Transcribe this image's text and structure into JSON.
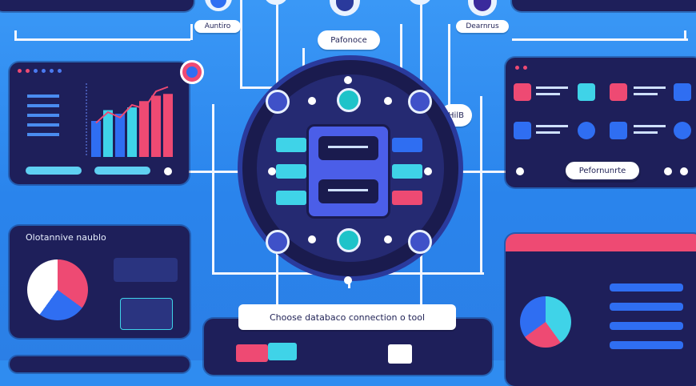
{
  "labels": {
    "top_left_tag": "Auntiro",
    "top_center_tag": "Pafonoce",
    "top_right_tag": "Dearnrus",
    "side_tag": "HilB",
    "performance_button": "Pefornunrte",
    "left_panel_title": "Olotannive naublo",
    "right_panel_title": "CompairePerformanco",
    "bottom_banner": "Choose databaco connection o tool"
  },
  "icons": {
    "central_hub": "database-server-icon",
    "nodes": "connector-node-icon",
    "sync": "sync-icon",
    "settings": "gear-icon"
  },
  "colors": {
    "background": "#2f8cf0",
    "panel": "#1e1f5a",
    "accent_pink": "#ee4a73",
    "accent_cyan": "#3fd3e8",
    "accent_blue": "#2f6ef2",
    "hub_ring": "#1a1b4e"
  },
  "chart_data": {
    "type": "bar",
    "categories": [
      "",
      "",
      "",
      "",
      "",
      "",
      ""
    ],
    "series": [
      {
        "values": [
          40,
          52,
          48,
          55,
          62,
          68,
          70
        ]
      }
    ],
    "line": [
      20,
      32,
      26,
      40,
      36,
      55,
      60
    ]
  }
}
